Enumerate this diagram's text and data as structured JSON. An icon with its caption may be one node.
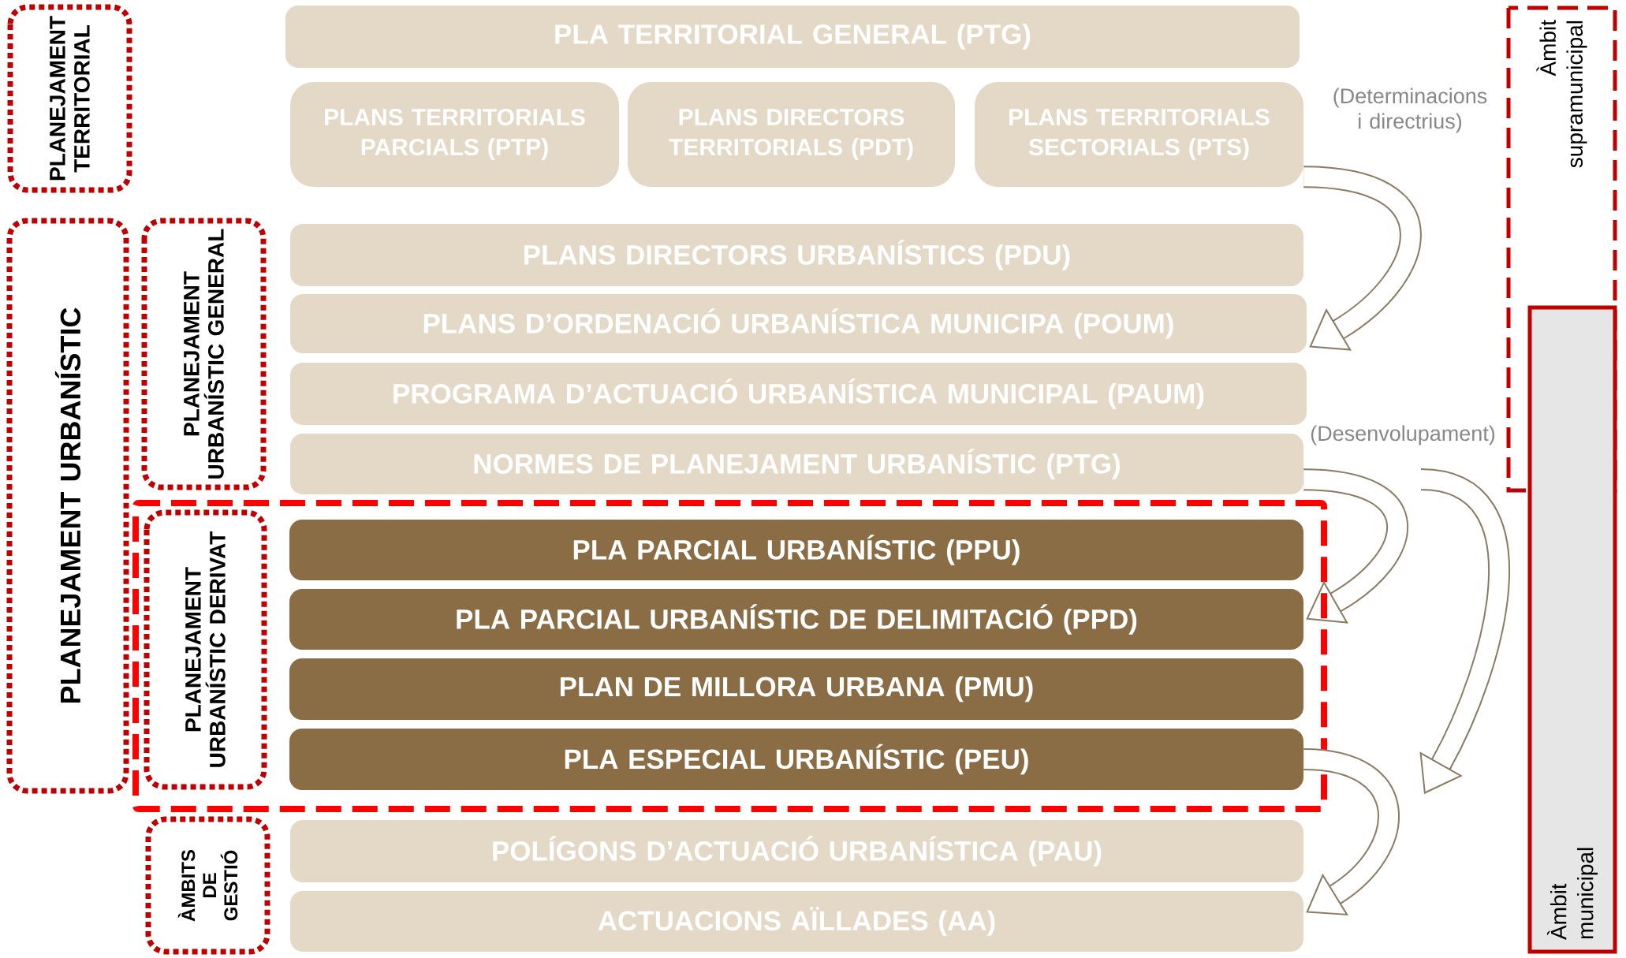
{
  "diagram": {
    "nodes": [
      {
        "text": [
          "PLANEJAMENT TERRITORIAL"
        ]
      },
      {
        "text": [
          "PLANEJAMENT URBANÍSTIC"
        ]
      },
      {
        "text": [
          "PLANEJAMENT URBANÍSTIC GENERAL"
        ]
      },
      {
        "text": [
          "PLA TERRITORIAL GENERAL (PTG)"
        ]
      },
      {
        "text": [
          "PLANS TERRITORIALS PARCIALS (PTP)"
        ]
      },
      {
        "text": [
          "PLANS DIRECTORS TERRITORIALS (PDT)"
        ]
      },
      {
        "text": [
          "PLANS TERRITORIALS SECTORIALS (PTS)"
        ]
      },
      {
        "text": [
          "PLANS DIRECTORS URBANÍSTICS (PDU)"
        ]
      },
      {
        "text": [
          "PLANS D’ORDENACIÓ URBANÍSTICA MUNICIPA (POUM)"
        ]
      },
      {
        "text": [
          "PROGRAMA D’ACTUACIÓ URBANÍSTICA MUNICIPAL (PAUM)"
        ]
      },
      {
        "text": [
          "NORMES DE PLANEJAMENT URBANÍSTIC (PTG)"
        ]
      },
      {
        "text": [],
        "shape": "box"
      },
      {
        "text": [
          "PLANEJAMENT URBANÍSTIC DERIVAT"
        ],
        "in": 11
      },
      {
        "text": [
          "PLA PARCIAL URBANÍSTIC (PPU)"
        ],
        "in": 11
      },
      {
        "text": [
          "PLA PARCIAL URBANÍSTIC DE DELIMITACIÓ (PPD)"
        ],
        "in": 11
      },
      {
        "text": [
          "PLAN DE MILLORA URBANA (PMU)"
        ],
        "in": 11
      },
      {
        "text": [
          "PLA ESPECIAL URBANÍSTIC (PEU)"
        ],
        "in": 11
      },
      {
        "text": [
          "ÀMBITS DE GESTIÓ"
        ]
      },
      {
        "text": [
          "POLÍGONS D’ACTUACIÓ URBANÍSTICA (PAU)"
        ]
      },
      {
        "text": [
          "ACTUACIONS AÏLLADES (AA)"
        ]
      },
      {
        "text": [
          "Àmbit supramunicipal"
        ]
      },
      {
        "text": [
          "Àmbit municipal"
        ]
      }
    ],
    "edges": [
      {
        "from": 6,
        "to": 8,
        "arrow": "to"
      },
      {
        "from": 10,
        "to": 14,
        "arrow": "to"
      },
      {
        "from": null,
        "to": 11,
        "arrow": "to"
      },
      {
        "from": 16,
        "to": 19,
        "arrow": "to"
      }
    ],
    "labels": [
      "(Determinacions i directrius)",
      "(Desenvolupament)"
    ]
  }
}
